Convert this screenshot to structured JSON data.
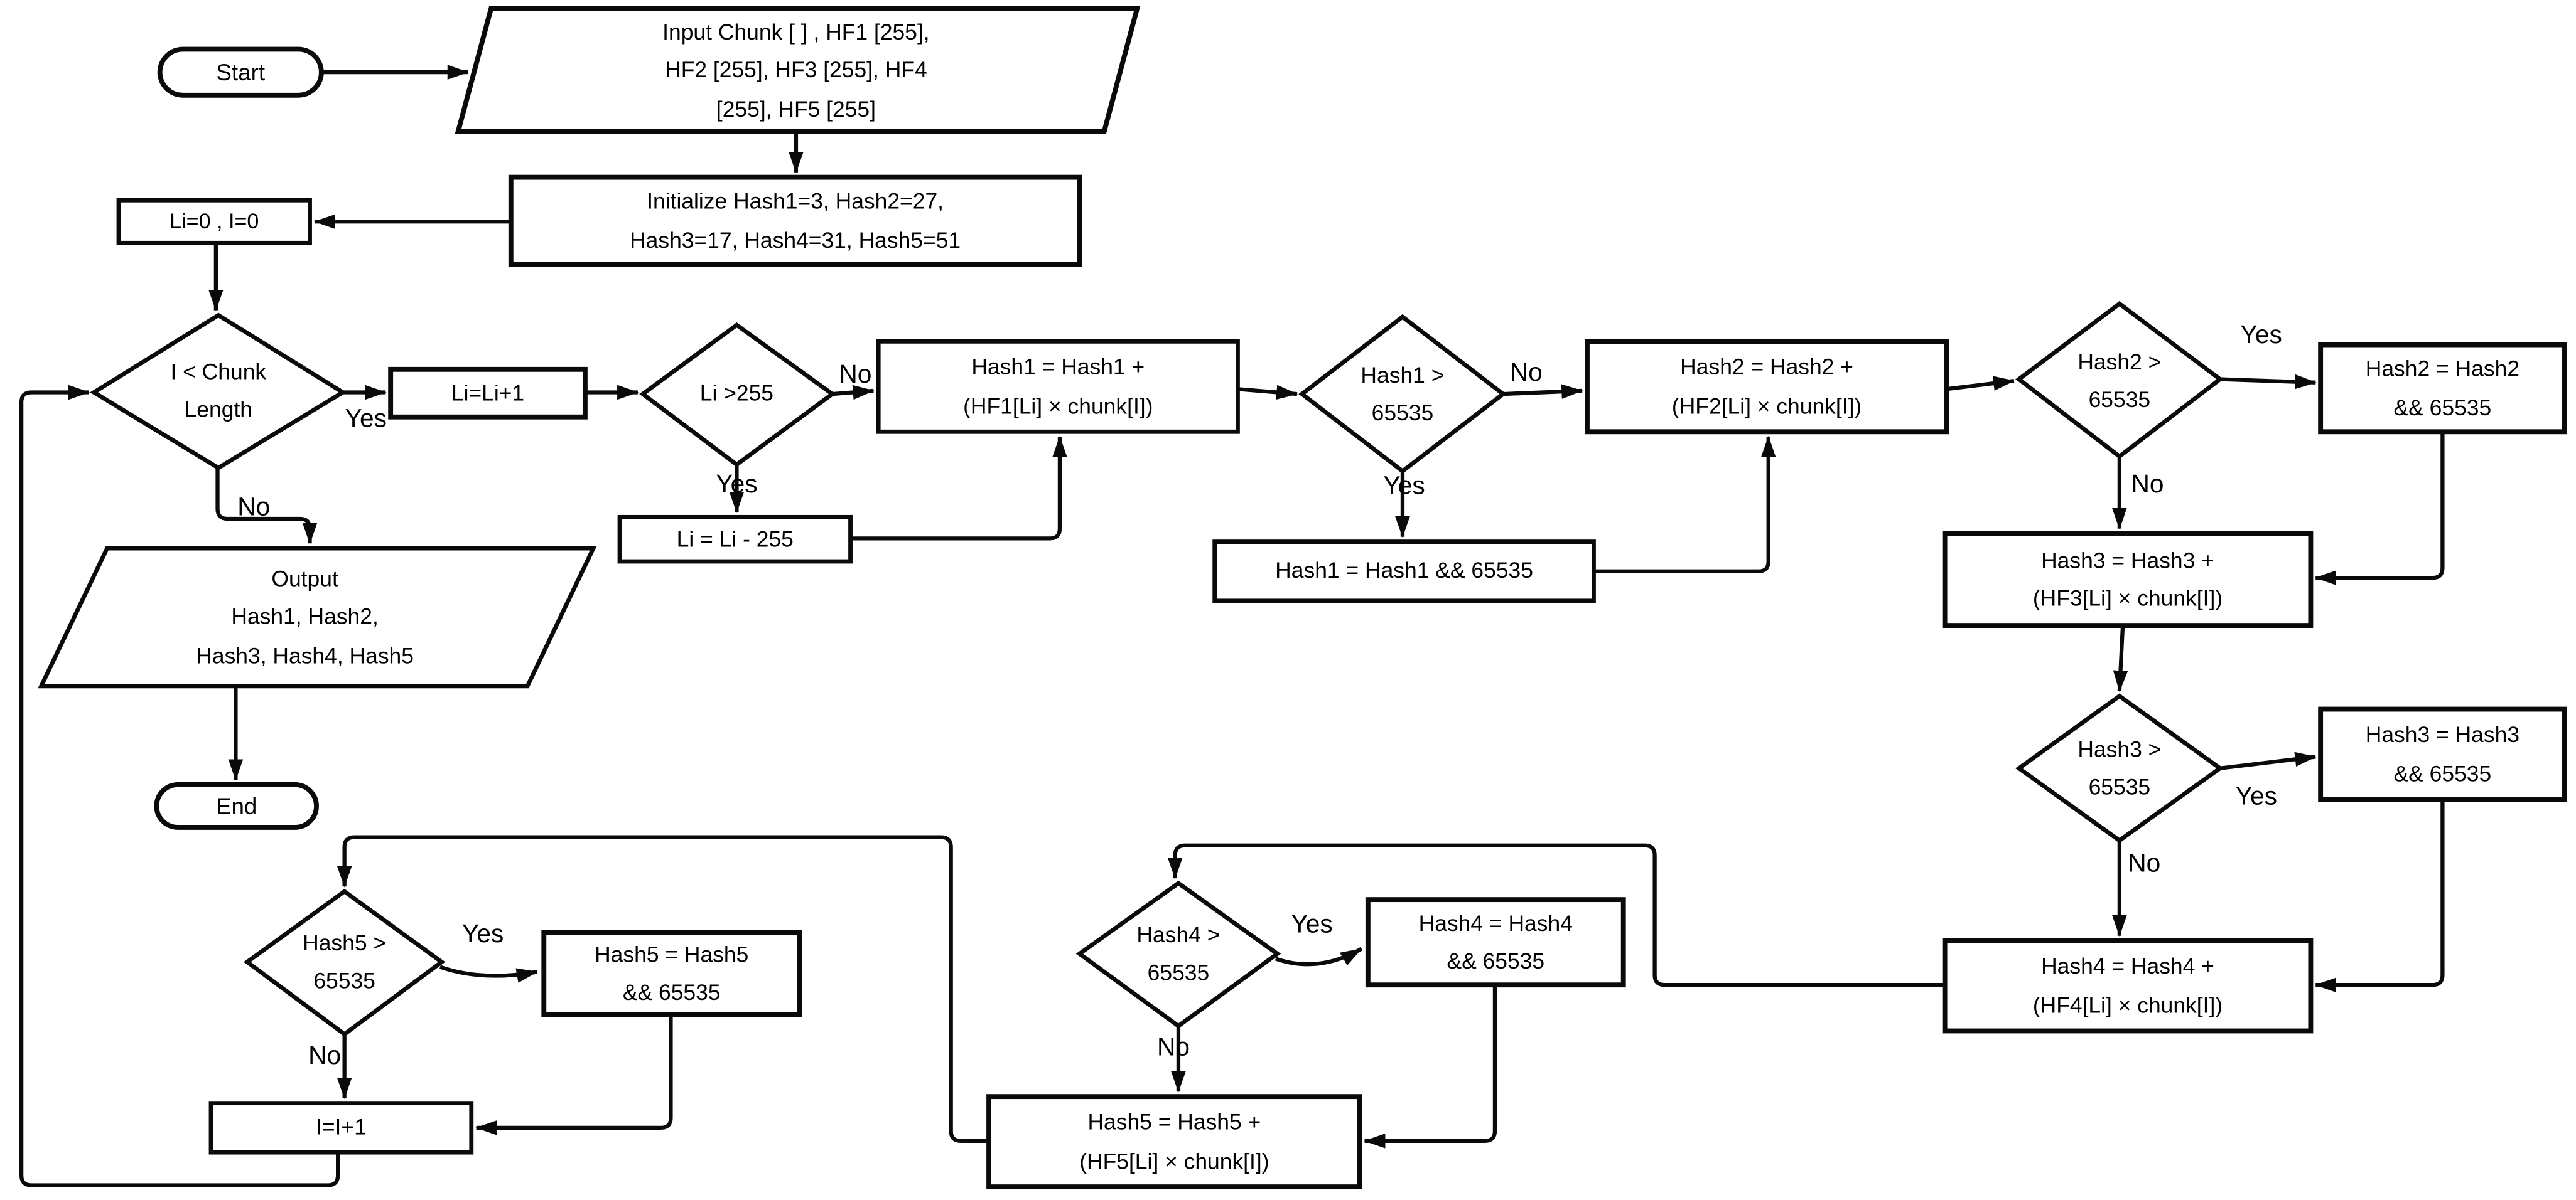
{
  "diagram": {
    "title": "Five-hash rolling checksum computation flowchart",
    "colors": {
      "stroke": "#0a0a0a",
      "fill": "#ffffff",
      "text": "#000000"
    },
    "nodes": {
      "start": {
        "type": "terminator",
        "label": "Start"
      },
      "input": {
        "type": "input-output",
        "label": "Input Chunk [ ] , HF1 [255],\nHF2 [255], HF3 [255], HF4\n[255], HF5 [255]"
      },
      "init": {
        "type": "process",
        "label": "Initialize Hash1=3, Hash2=27,\nHash3=17, Hash4=31, Hash5=51"
      },
      "li_zero": {
        "type": "process",
        "label": "Li=0 , I=0"
      },
      "loop_check": {
        "type": "decision",
        "label": "I < Chunk\nLength"
      },
      "li_inc": {
        "type": "process",
        "label": "Li=Li+1"
      },
      "li_check": {
        "type": "decision",
        "label": "Li >255"
      },
      "li_sub": {
        "type": "process",
        "label": "Li = Li - 255"
      },
      "hash1_add": {
        "type": "process",
        "label": "Hash1 = Hash1 +\n(HF1[Li] × chunk[I])"
      },
      "hash1_check": {
        "type": "decision",
        "label": "Hash1 >\n65535"
      },
      "hash1_and": {
        "type": "process",
        "label": "Hash1 = Hash1 && 65535"
      },
      "hash2_add": {
        "type": "process",
        "label": "Hash2 = Hash2 +\n(HF2[Li] × chunk[I])"
      },
      "hash2_check": {
        "type": "decision",
        "label": "Hash2 >\n65535"
      },
      "hash2_and": {
        "type": "process",
        "label": "Hash2 = Hash2\n&& 65535"
      },
      "hash3_add": {
        "type": "process",
        "label": "Hash3 = Hash3 +\n(HF3[Li] × chunk[I])"
      },
      "hash3_check": {
        "type": "decision",
        "label": "Hash3 >\n65535"
      },
      "hash3_and": {
        "type": "process",
        "label": "Hash3 = Hash3\n&& 65535"
      },
      "hash4_add": {
        "type": "process",
        "label": "Hash4 = Hash4 +\n(HF4[Li] × chunk[I])"
      },
      "hash4_check": {
        "type": "decision",
        "label": "Hash4 >\n65535"
      },
      "hash4_and": {
        "type": "process",
        "label": "Hash4 = Hash4\n&& 65535"
      },
      "hash5_add": {
        "type": "process",
        "label": "Hash5 = Hash5 +\n(HF5[Li] × chunk[I])"
      },
      "hash5_check": {
        "type": "decision",
        "label": "Hash5 >\n65535"
      },
      "hash5_and": {
        "type": "process",
        "label": "Hash5 = Hash5\n&& 65535"
      },
      "i_inc": {
        "type": "process",
        "label": "I=I+1"
      },
      "output": {
        "type": "input-output",
        "label": "Output\nHash1, Hash2,\nHash3, Hash4, Hash5"
      },
      "end": {
        "type": "terminator",
        "label": "End"
      }
    },
    "edge_labels": {
      "loop_yes": "Yes",
      "loop_no": "No",
      "li_yes": "Yes",
      "li_no": "No",
      "h1_yes": "Yes",
      "h1_no": "No",
      "h2_yes": "Yes",
      "h2_no": "No",
      "h3_yes": "Yes",
      "h3_no": "No",
      "h4_yes": "Yes",
      "h4_no": "No",
      "h5_yes": "Yes",
      "h5_no": "No"
    }
  }
}
